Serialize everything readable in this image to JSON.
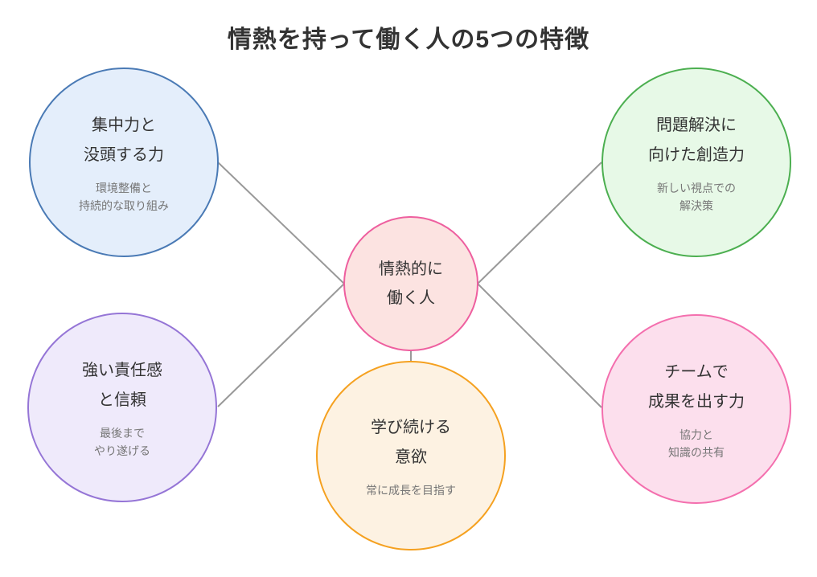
{
  "title": "情熱を持って働く人の5つの特徴",
  "colors": {
    "connector": "#999999",
    "title_text": "#333333",
    "node_title_text": "#333333",
    "node_subtitle_text": "#767676"
  },
  "center": {
    "line1": "情熱的に",
    "line2": "働く人",
    "fill": "#fce3e1",
    "border": "#ee5f9f"
  },
  "nodes": [
    {
      "id": "focus-immersion",
      "title1": "集中力と",
      "title2": "没頭する力",
      "sub1": "環境整備と",
      "sub2": "持続的な取り組み",
      "fill": "#e4eefb",
      "border": "#4a7ab5"
    },
    {
      "id": "creative-problem-solving",
      "title1": "問題解決に",
      "title2": "向けた創造力",
      "sub1": "新しい視点での",
      "sub2": "解決策",
      "fill": "#e7f9e7",
      "border": "#4caf50"
    },
    {
      "id": "responsibility-trust",
      "title1": "強い責任感",
      "title2": "と信頼",
      "sub1": "最後まで",
      "sub2": "やり遂げる",
      "fill": "#efeafb",
      "border": "#9575d6"
    },
    {
      "id": "desire-to-learn",
      "title1": "学び続ける",
      "title2": "意欲",
      "sub1": "常に成長を目指す",
      "sub2": "",
      "fill": "#fdf2e2",
      "border": "#f5a120"
    },
    {
      "id": "team-results",
      "title1": "チームで",
      "title2": "成果を出す力",
      "sub1": "協力と",
      "sub2": "知識の共有",
      "fill": "#fcdfed",
      "border": "#f46fae"
    }
  ]
}
